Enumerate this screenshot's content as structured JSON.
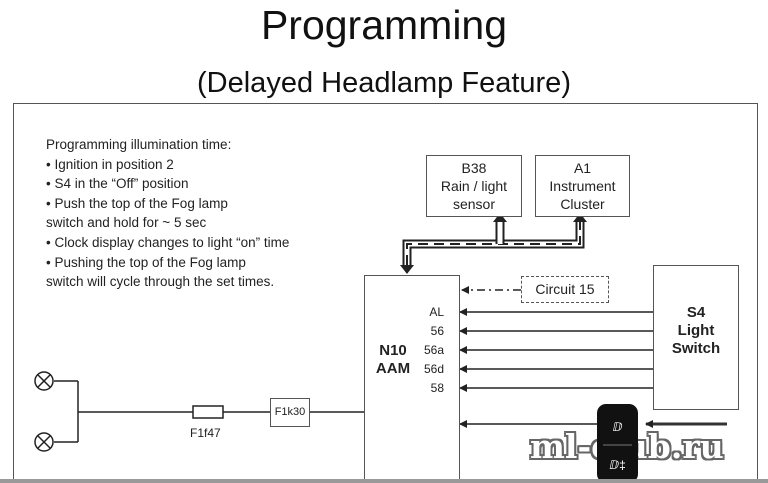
{
  "header": {
    "title": "Programming",
    "subtitle": "(Delayed Headlamp Feature)"
  },
  "instructions": {
    "heading": "Programming illumination time:",
    "lines": [
      "• Ignition in position 2",
      "• S4 in the “Off” position",
      "• Push the top of the Fog lamp",
      "switch and hold for ~ 5 sec",
      "• Clock display changes to light “on” time",
      "• Pushing the top of the Fog lamp",
      "switch will cycle through the set times."
    ]
  },
  "components": {
    "b38": {
      "code": "B38",
      "line1": "Rain / light",
      "line2": "sensor"
    },
    "a1": {
      "code": "A1",
      "line1": "Instrument",
      "line2": "Cluster"
    },
    "n10": {
      "code": "N10",
      "name": "AAM"
    },
    "s4": {
      "code": "S4",
      "line1": "Light",
      "line2": "Switch"
    },
    "circuit": "Circuit 15",
    "fuse_f1f47": "F1f47",
    "f1k30": "F1k30"
  },
  "pins": [
    "AL",
    "56",
    "56a",
    "56d",
    "58"
  ],
  "watermark": "ml-club.ru",
  "fog_switch": {
    "front_glyph": "ⅅ",
    "rear_glyph": "ⅅ‡"
  }
}
